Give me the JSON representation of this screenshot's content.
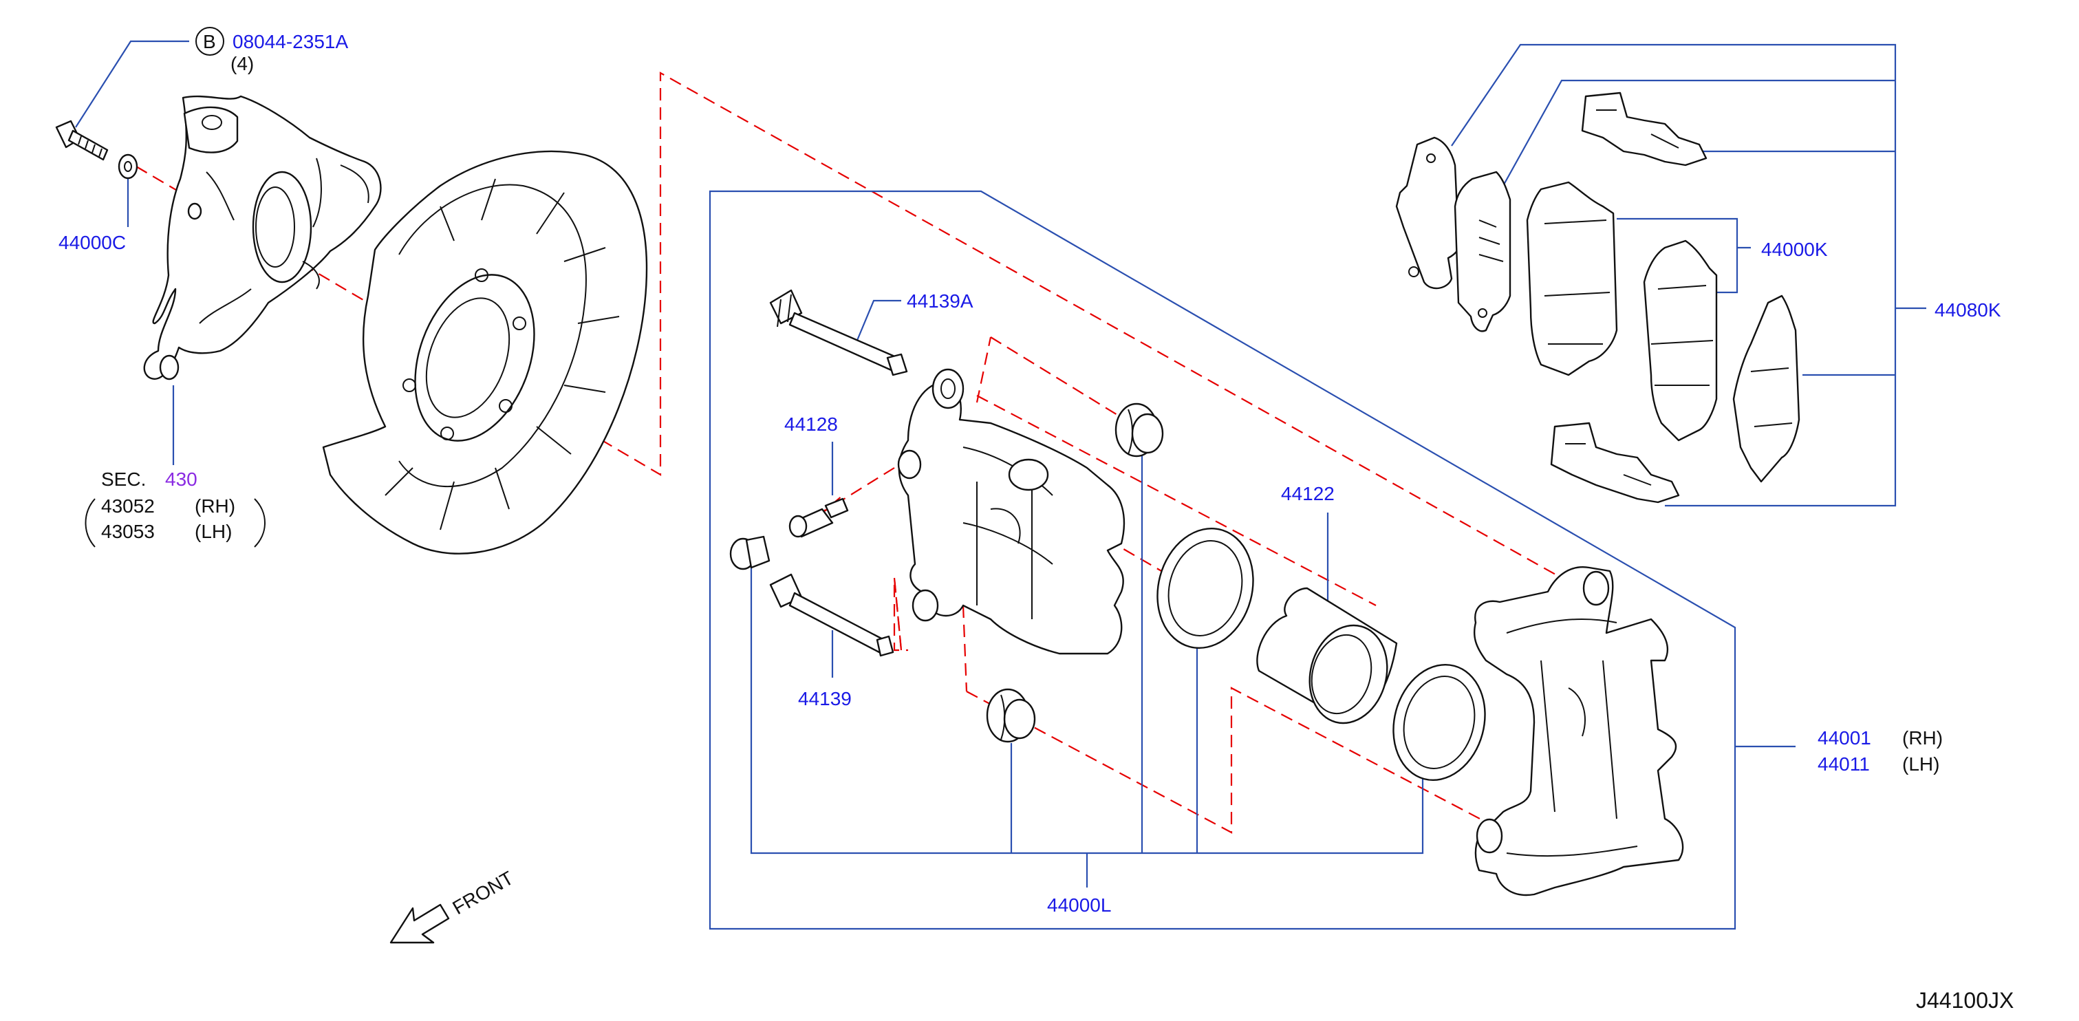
{
  "labels": {
    "bolt": "08044-2351A",
    "bolt_qty": "(4)",
    "bolt_circle": "B",
    "washer": "44000C",
    "sec_prefix": "SEC.",
    "sec_num": "430",
    "knuckle_rh_part": "43052",
    "knuckle_rh_side": "(RH)",
    "knuckle_lh_part": "43053",
    "knuckle_lh_side": "(LH)",
    "pin_a": "44139A",
    "bleeder": "44128",
    "pin": "44139",
    "piston": "44122",
    "pad_kit": "44000K",
    "pad_hw_kit": "44080K",
    "caliper_rh_part": "44001",
    "caliper_rh_side": "(RH)",
    "caliper_lh_part": "44011",
    "caliper_lh_side": "(LH)",
    "seal_kit": "44000L",
    "front": "FRONT",
    "diagram_id": "J44100JX"
  },
  "colors": {
    "label_blue": "#1a1ae6",
    "section_purple": "#8a2be2",
    "leader_blue": "#2a4fb0",
    "dash_red": "#e60000"
  }
}
